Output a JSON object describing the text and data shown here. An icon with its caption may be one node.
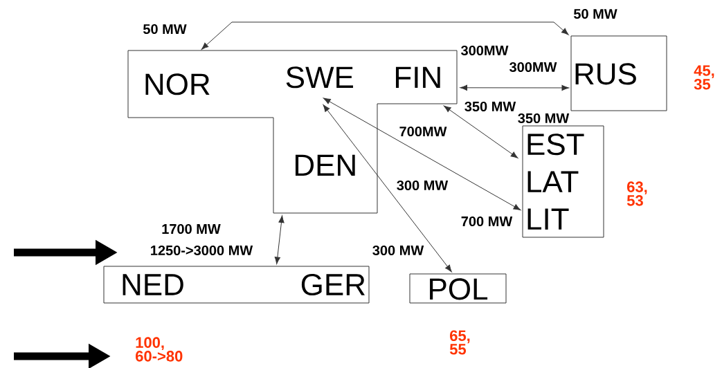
{
  "diagram": {
    "nodes": [
      {
        "text": [],
        "shape": "box"
      },
      {
        "text": [
          "NOR"
        ],
        "in": 0
      },
      {
        "text": [
          "SWE"
        ],
        "in": 0
      },
      {
        "text": [
          "FIN"
        ],
        "in": 0
      },
      {
        "text": [
          "DEN"
        ],
        "in": 0
      },
      {
        "text": [
          "RUS"
        ],
        "beside": [
          "45, 35"
        ]
      },
      {
        "text": [
          "EST LAT LIT"
        ],
        "beside": [
          "63, 53"
        ]
      },
      {
        "text": [
          "NED",
          "GER"
        ],
        "beside": [
          "100, 60->80"
        ]
      },
      {
        "text": [
          "POL"
        ],
        "beside": [
          "65, 55"
        ]
      }
    ],
    "edges": [
      {
        "from": 1,
        "to": 5,
        "arrow": "both",
        "label": "50 MW"
      },
      {
        "from": 3,
        "to": 5,
        "arrow": "both",
        "label": "300MW"
      },
      {
        "from": 3,
        "to": 6,
        "arrow": "both",
        "label": "350 MW"
      },
      {
        "from": 2,
        "to": 6,
        "arrow": "both",
        "label": "700MW"
      },
      {
        "from": 2,
        "to": 8,
        "arrow": "both",
        "label": "300 MW"
      },
      {
        "from": 4,
        "to": 7,
        "arrow": "both",
        "label": "1700 MW"
      }
    ],
    "labels": [
      "50 MW",
      "300MW",
      "350 MW",
      "700 MW",
      "300 MW",
      "1250->3000 MW"
    ]
  }
}
